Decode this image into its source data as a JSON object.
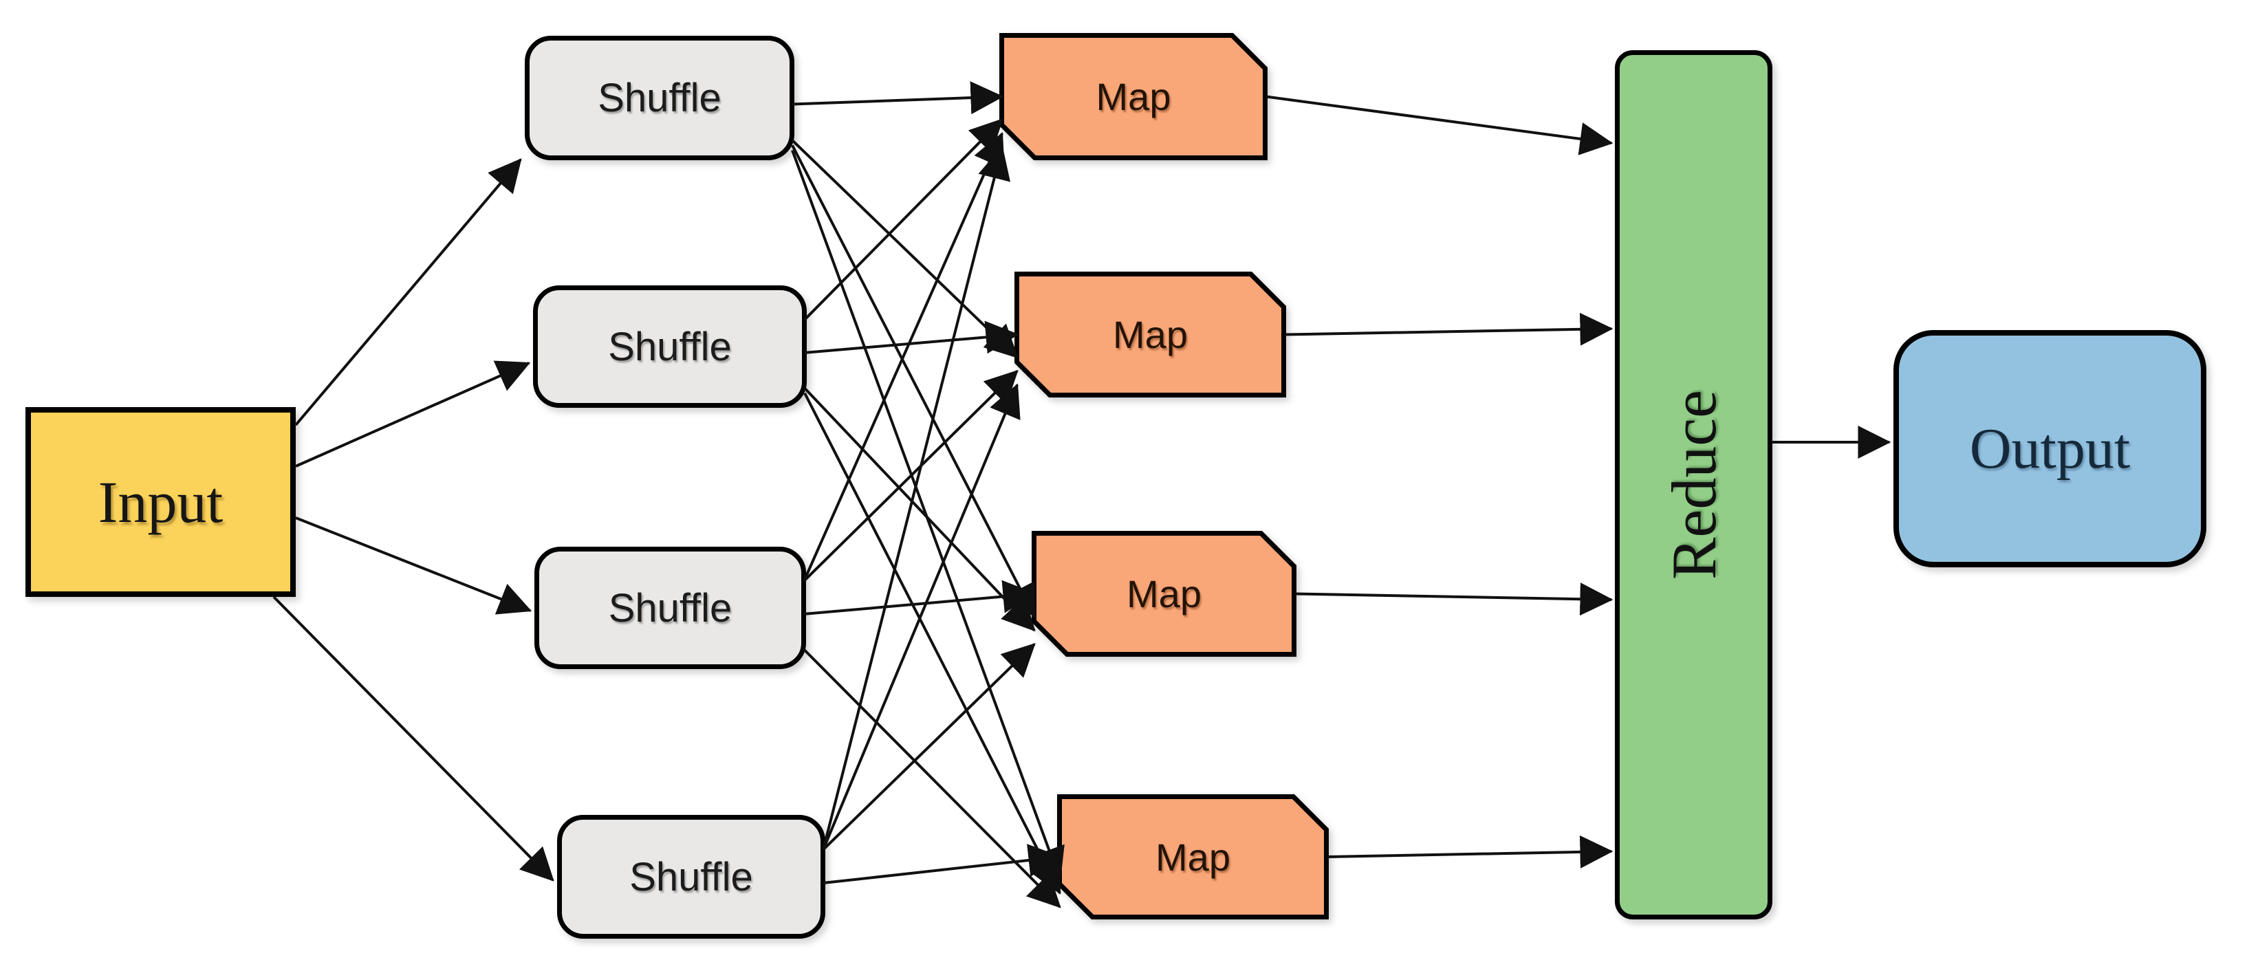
{
  "diagram": {
    "type": "flow-diagram",
    "description": "MapReduce style pipeline: Input fans out to four Shuffle stages, each Shuffle feeds every Map stage, all Maps feed a single Reduce stage which produces Output",
    "nodes": {
      "input": {
        "label": "Input",
        "fill": "#FBD35A"
      },
      "shuffles": [
        {
          "label": "Shuffle"
        },
        {
          "label": "Shuffle"
        },
        {
          "label": "Shuffle"
        },
        {
          "label": "Shuffle"
        }
      ],
      "shuffle_fill": "#E9E8E7",
      "maps": [
        {
          "label": "Map"
        },
        {
          "label": "Map"
        },
        {
          "label": "Map"
        },
        {
          "label": "Map"
        }
      ],
      "map_fill": "#F9A678",
      "reduce": {
        "label": "Reduce",
        "fill": "#92CE88"
      },
      "output": {
        "label": "Output",
        "fill": "#93C2E0"
      }
    },
    "edges": {
      "color": "#111111",
      "pattern": [
        "input -> each shuffle",
        "each shuffle -> every map",
        "each map -> reduce",
        "reduce -> output"
      ]
    }
  }
}
